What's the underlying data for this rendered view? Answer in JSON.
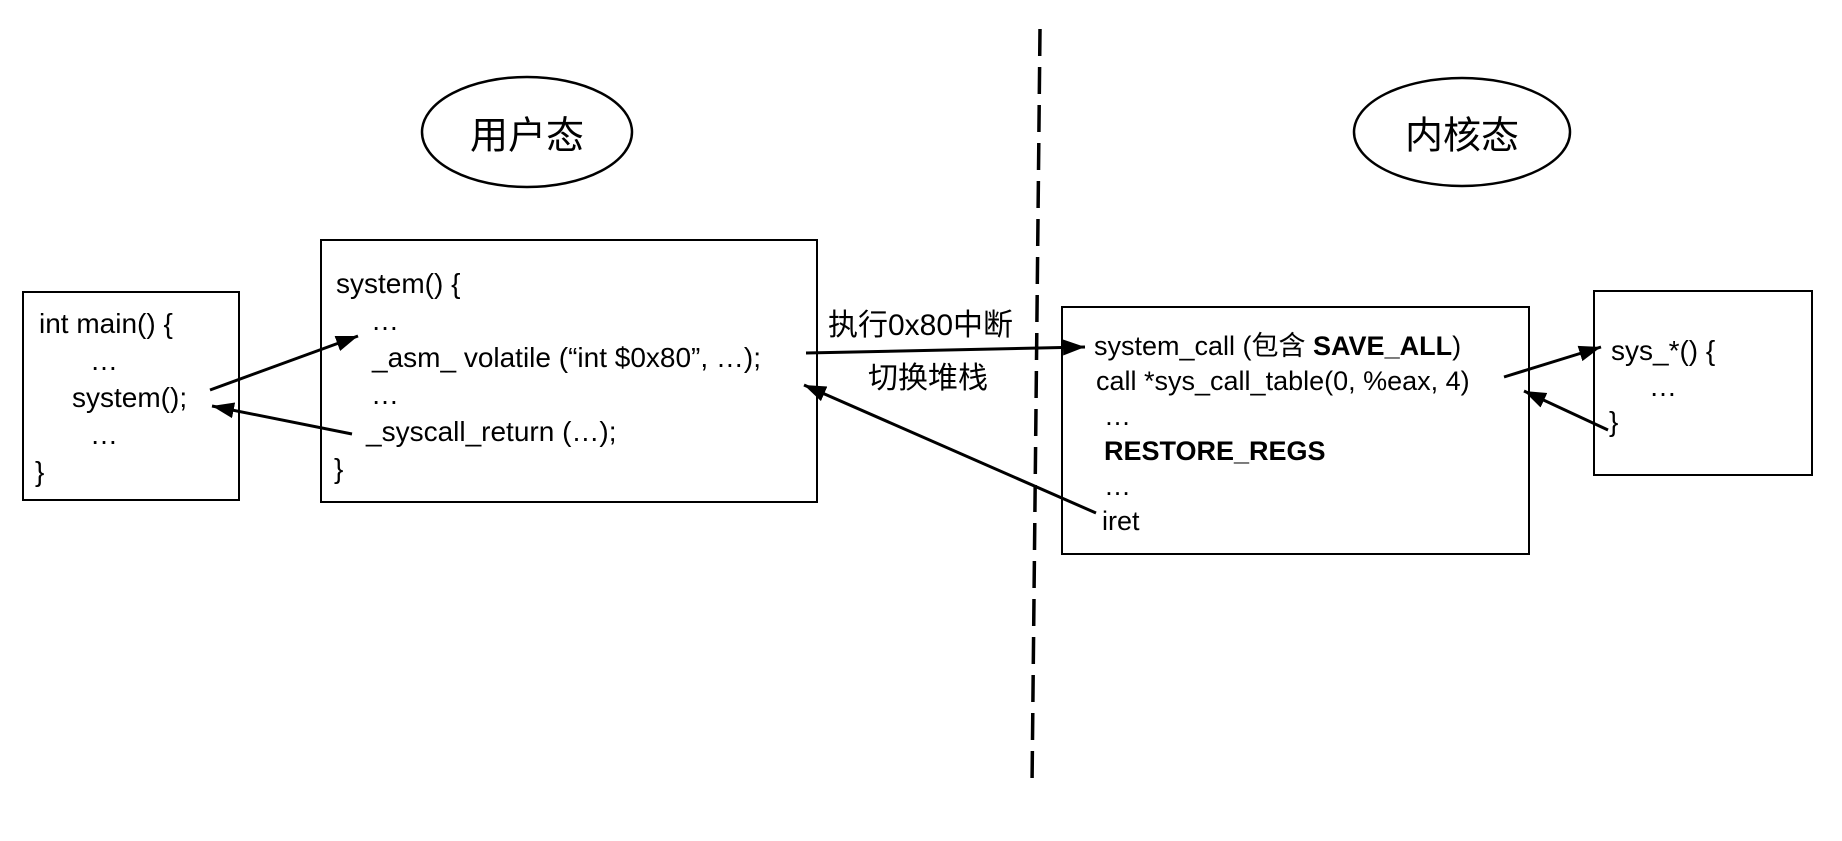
{
  "labels": {
    "user_mode": "用户态",
    "kernel_mode": "内核态",
    "interrupt": "执行0x80中断",
    "switch_stack": "切换堆栈"
  },
  "main_box": {
    "lines": [
      "int main() {",
      "…",
      "system();",
      "…",
      "}"
    ]
  },
  "system_box": {
    "lines": [
      "system() {",
      "…",
      "_asm_ volatile (“int $0x80”, …);",
      "…",
      "_syscall_return (…);",
      "}"
    ]
  },
  "kernel_box": {
    "line1_prefix": "system_call (包含 ",
    "line1_bold": "SAVE_ALL",
    "line1_suffix": ")",
    "lines_rest": [
      "call *sys_call_table(0, %eax, 4)",
      "…",
      "RESTORE_REGS",
      "…",
      "iret"
    ]
  },
  "sys_box": {
    "lines": [
      "sys_*() {",
      "…",
      "}"
    ]
  },
  "colors": {
    "ink": "#000000",
    "background": "#ffffff"
  }
}
